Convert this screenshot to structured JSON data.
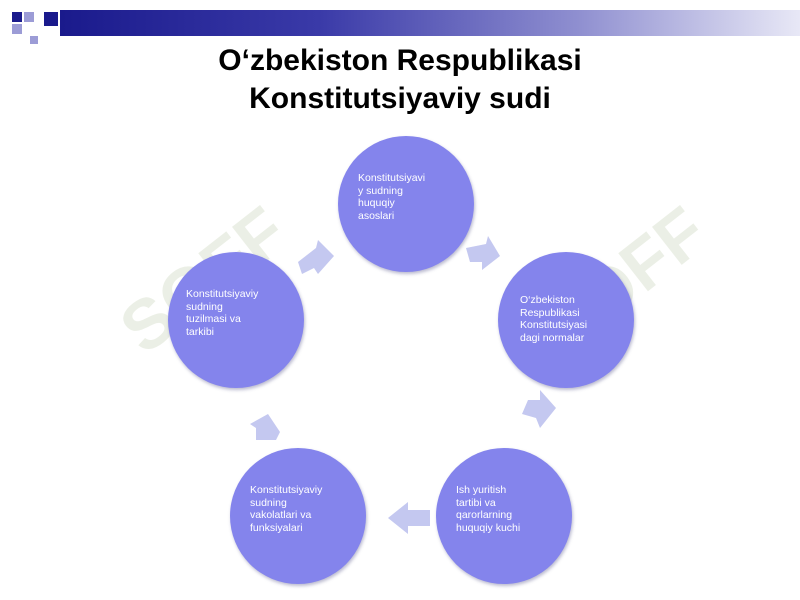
{
  "title": {
    "line1": "O‘zbekiston Respublikasi",
    "line2": "Konstitutsiyaviy sudi"
  },
  "colors": {
    "node_fill": "#8484ec",
    "arrow_fill": "#c4c8f0",
    "header_dark": "#1a1a8c"
  },
  "cycle": [
    {
      "text": "Konstitutsiyavi\ny sudning\nhuquqiy\nasoslari"
    },
    {
      "text": "O‘zbekiston\nRespublikasi\nKonstitutsiyasi\ndagi normalar"
    },
    {
      "text": "Ish yuritish\ntartibi va\nqarorlarning\nhuquqiy kuchi"
    },
    {
      "text": "Konstitutsiyaviy\nsudning\nvakolatlari va\nfunksiyalari"
    },
    {
      "text": "Konstitutsiyaviy\nsudning\ntuzilmasi va\ntarkibi"
    }
  ],
  "watermark": "SOFF"
}
